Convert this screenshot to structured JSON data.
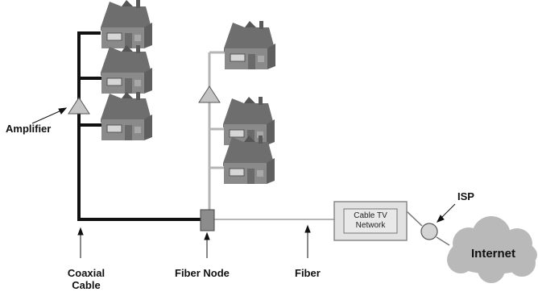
{
  "labels": {
    "amplifier": "Amplifier",
    "coaxial_cable_line1": "Coaxial",
    "coaxial_cable_line2": "Cable",
    "fiber_node": "Fiber Node",
    "fiber": "Fiber",
    "isp": "ISP",
    "cable_tv_network_line1": "Cable TV",
    "cable_tv_network_line2": "Network",
    "internet": "Internet"
  },
  "colors": {
    "coax": "#111111",
    "fiber": "#b5b5b5",
    "house_roof": "#6e6e6e",
    "house_body": "#8a8a8a",
    "house_window": "#d6d6d6",
    "amplifier": "#c4c4c4",
    "node": "#8c8c8c",
    "cloud": "#b9b9b9",
    "isp": "#d4d4d4"
  },
  "icons": {
    "house": "house-icon",
    "amplifier": "amplifier-triangle-icon",
    "fiber_node": "fiber-node-box-icon",
    "isp": "isp-circle-icon",
    "cloud": "cloud-icon"
  }
}
